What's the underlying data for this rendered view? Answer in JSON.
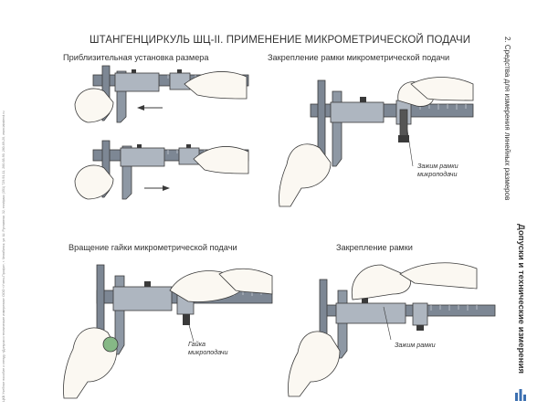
{
  "poster": {
    "title": "ШТАНГЕНЦИРКУЛЬ ШЦ-II. ПРИМЕНЕНИЕ МИКРОМЕТРИЧЕСКОЙ ПОДАЧИ",
    "side_note": "ЦКВ Учебное пособие к стенду «Допуски и технические измерения» ООО «Учтех-Профи», г. Челябинск, ул. Ш. Руставели, 32, тел/факс (351) 729-91-11, 260-68-90, 260-69-20, www.labstend.ru",
    "section_label": "2. Средства для измерения линейных размеров",
    "book_title": "Допуски и технические измерения"
  },
  "panels": [
    {
      "title": "Приблизительная установка размера"
    },
    {
      "title": "Закрепление рамки микрометрической подачи",
      "callout": "Зажим рамки микроподачи"
    },
    {
      "title": "Вращение гайки микрометрической подачи",
      "callout": "Гайка микроподачи"
    },
    {
      "title": "Закрепление рамки",
      "callout": "Зажим рамки"
    }
  ],
  "colors": {
    "steel": "#7d8794",
    "steel_light": "#aeb6c0",
    "skin": "#fbf8f2",
    "outline": "#3a3a3a",
    "nut_green": "#86b886",
    "logo_blue": "#3b6fb0"
  },
  "icons": [
    "caliper",
    "hand",
    "arrow-left",
    "arrow-right",
    "lock-screw",
    "knurled-nut"
  ]
}
